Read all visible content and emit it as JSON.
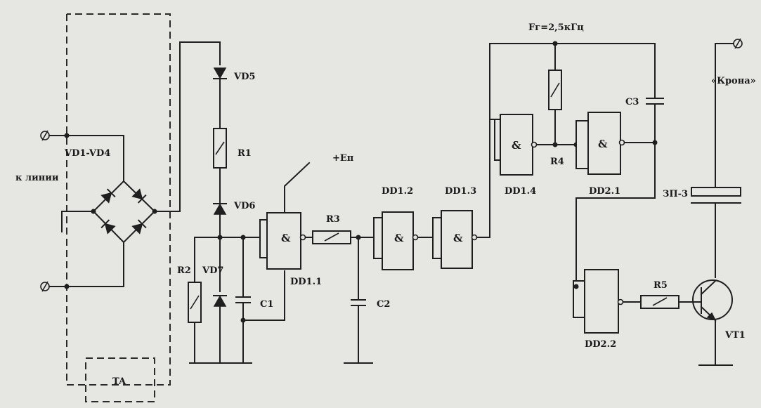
{
  "labels": {
    "vd1_vd4": "VD1-VD4",
    "line": "к линии",
    "vd5": "VD5",
    "r1": "R1",
    "vd6": "VD6",
    "r2": "R2",
    "vd7": "VD7",
    "c1": "C1",
    "en": "+Eп",
    "r3": "R3",
    "dd1_1": "DD1.1",
    "c2": "C2",
    "dd1_2": "DD1.2",
    "dd1_3": "DD1.3",
    "dd1_4": "DD1.4",
    "freq": "Fг=2,5кГц",
    "r4": "R4",
    "dd2_1": "DD2.1",
    "c3": "C3",
    "krona": "«Крона»",
    "zp3": "ЗП-3",
    "dd2_2": "DD2.2",
    "r5": "R5",
    "vt1": "VT1",
    "ta": "TA"
  },
  "gate_symbol": "&"
}
